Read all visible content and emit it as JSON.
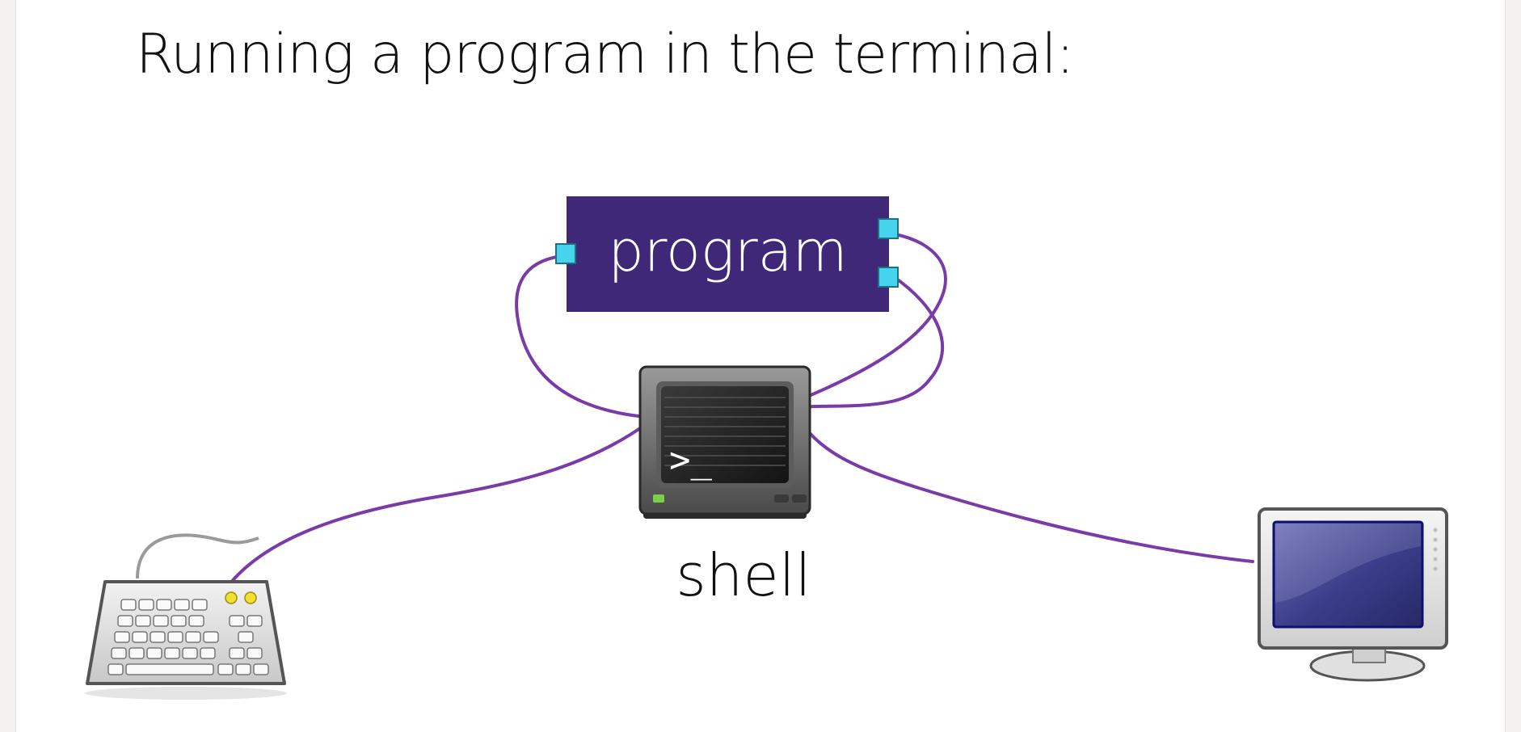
{
  "slide": {
    "title": "Running a program in the terminal:"
  },
  "diagram": {
    "program_label": "program",
    "shell_label": "shell",
    "shell_prompt": ">_",
    "nodes": [
      "keyboard",
      "shell",
      "program",
      "monitor"
    ],
    "colors": {
      "program_fill": "#3f2878",
      "port_fill": "#45d3ee",
      "wire": "#7a3aa8"
    }
  }
}
